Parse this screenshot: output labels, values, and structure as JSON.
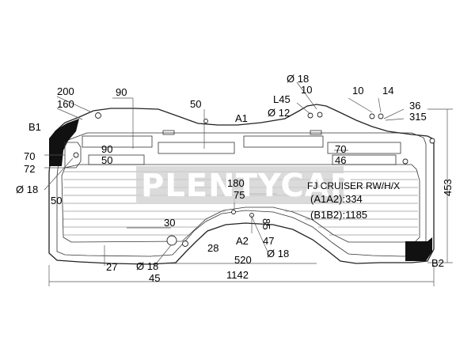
{
  "part": {
    "model": "FJ CRUISER RW/H/X",
    "a1a2": "(A1A2):334",
    "b1b2": "(B1B2):1185"
  },
  "watermark": "PLENTYCAR",
  "labels": {
    "A1": "A1",
    "A2": "A2",
    "B1": "B1",
    "B2": "B2",
    "d18_top": "Ø 18",
    "d12": "Ø 12",
    "L45": "L45",
    "n10a": "10",
    "n10b": "10",
    "n14": "14",
    "n36": "36",
    "n315": "315",
    "n200": "200",
    "n160": "160",
    "n90_top": "90",
    "n50_top": "50",
    "n70_left": "70",
    "n72": "72",
    "n90_mid": "90",
    "n50_mid": "50",
    "d18_left": "Ø 18",
    "n50_left": "50",
    "n70_right": "70",
    "n46": "46",
    "n180": "180",
    "n75": "75",
    "n30": "30",
    "n85": "85",
    "n47": "47",
    "n28": "28",
    "n520": "520",
    "d18_bottom": "Ø 18",
    "n27": "27",
    "d18_bl": "Ø 18",
    "n45": "45",
    "n1142": "1142",
    "n453": "453"
  }
}
